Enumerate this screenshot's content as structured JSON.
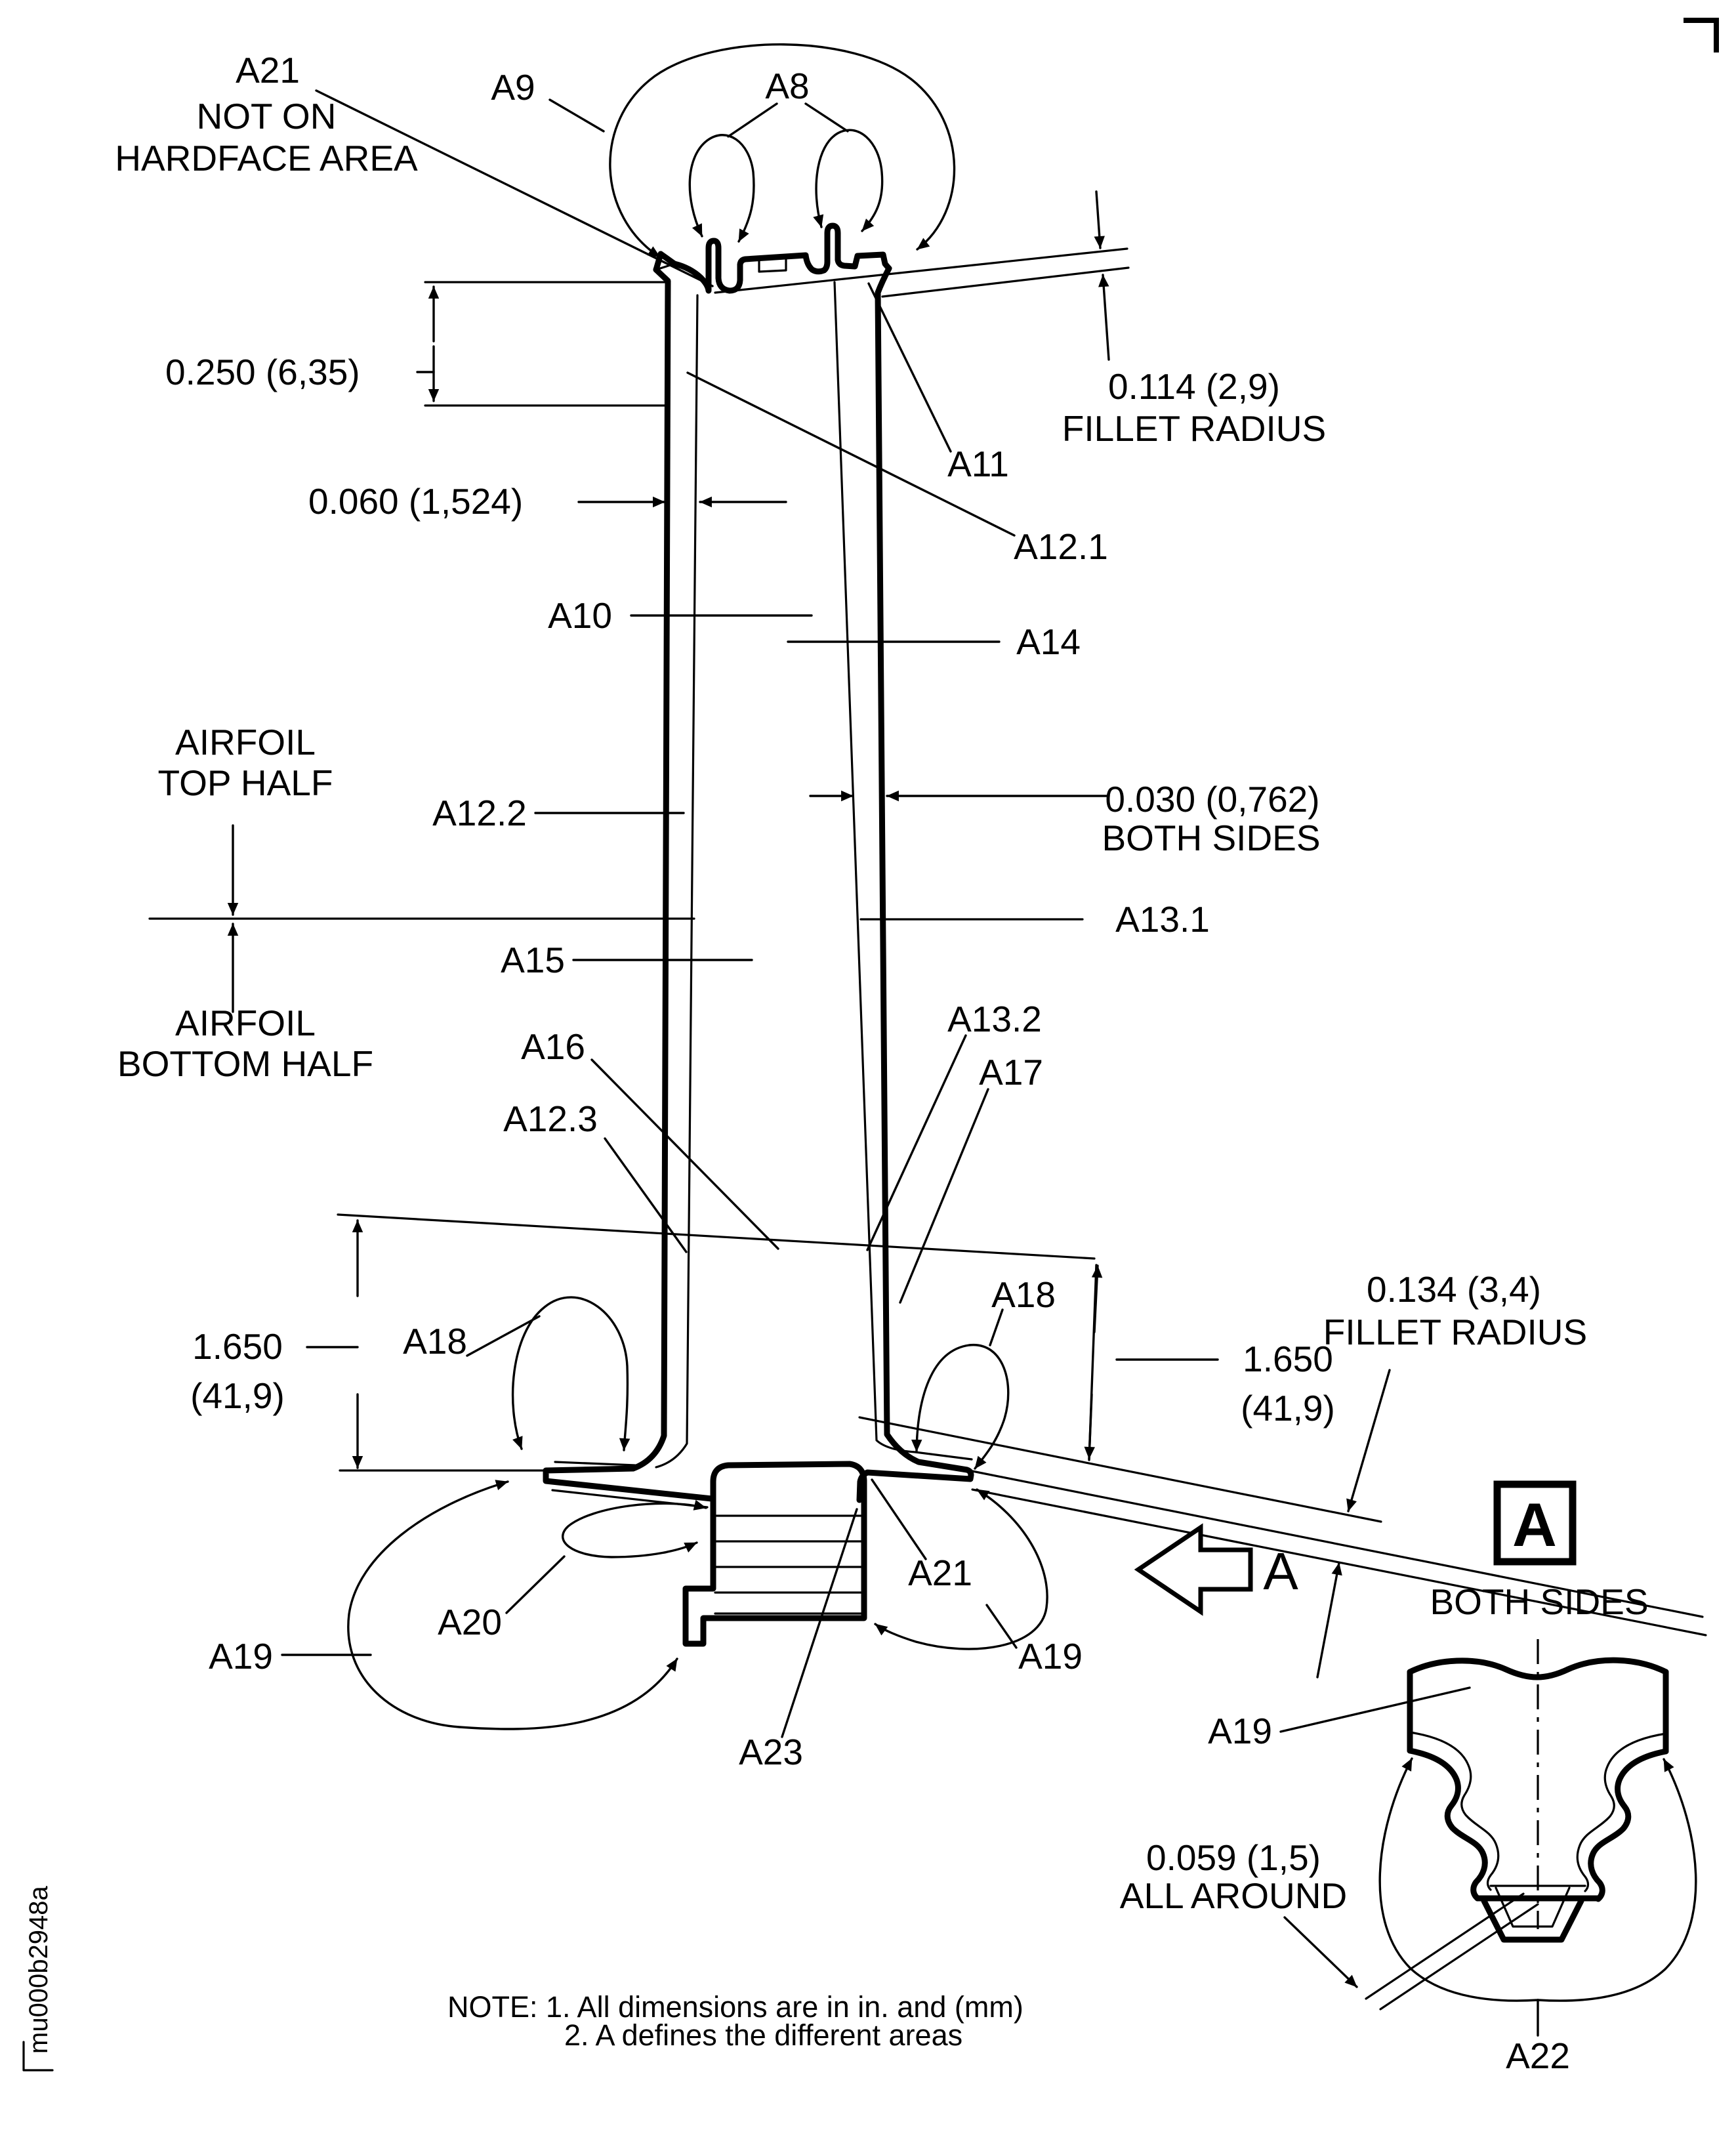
{
  "doc_id": "mu000b2948a",
  "note": {
    "line1": "NOTE: 1. All dimensions are in in. and (mm)",
    "line2": "2. A defines the different areas"
  },
  "view": {
    "direction_label": "A",
    "detail_letter": "A",
    "detail_caption": "BOTH SIDES"
  },
  "zones": {
    "airfoil_top_1": "AIRFOIL",
    "airfoil_top_2": "TOP HALF",
    "airfoil_bottom_1": "AIRFOIL",
    "airfoil_bottom_2": "BOTTOM HALF"
  },
  "dims": {
    "tip_depth": "0.250 (6,35)",
    "tip_wall": "0.060 (1,524)",
    "tip_fillet_1": "0.114 (2,9)",
    "tip_fillet_2": "FILLET RADIUS",
    "coating_1": "0.030 (0,762)",
    "coating_2": "BOTH SIDES",
    "span_left_1": "1.650",
    "span_left_2": "(41,9)",
    "span_right_1": "1.650",
    "span_right_2": "(41,9)",
    "platform_fillet_1": "0.134 (3,4)",
    "platform_fillet_2": "FILLET RADIUS",
    "root_coat_1": "0.059 (1,5)",
    "root_coat_2": "ALL AROUND"
  },
  "areas": {
    "a8": "A8",
    "a9": "A9",
    "a10": "A10",
    "a11": "A11",
    "a12_1": "A12.1",
    "a12_2": "A12.2",
    "a12_3": "A12.3",
    "a13_1": "A13.1",
    "a13_2": "A13.2",
    "a14": "A14",
    "a15": "A15",
    "a16": "A16",
    "a17": "A17",
    "a18_left": "A18",
    "a18_right": "A18",
    "a19_left": "A19",
    "a19_right": "A19",
    "a19_detail": "A19",
    "a20": "A20",
    "a21_note_1": "A21",
    "a21_note_2": "NOT ON",
    "a21_note_3": "HARDFACE AREA",
    "a21": "A21",
    "a22": "A22",
    "a23": "A23"
  }
}
